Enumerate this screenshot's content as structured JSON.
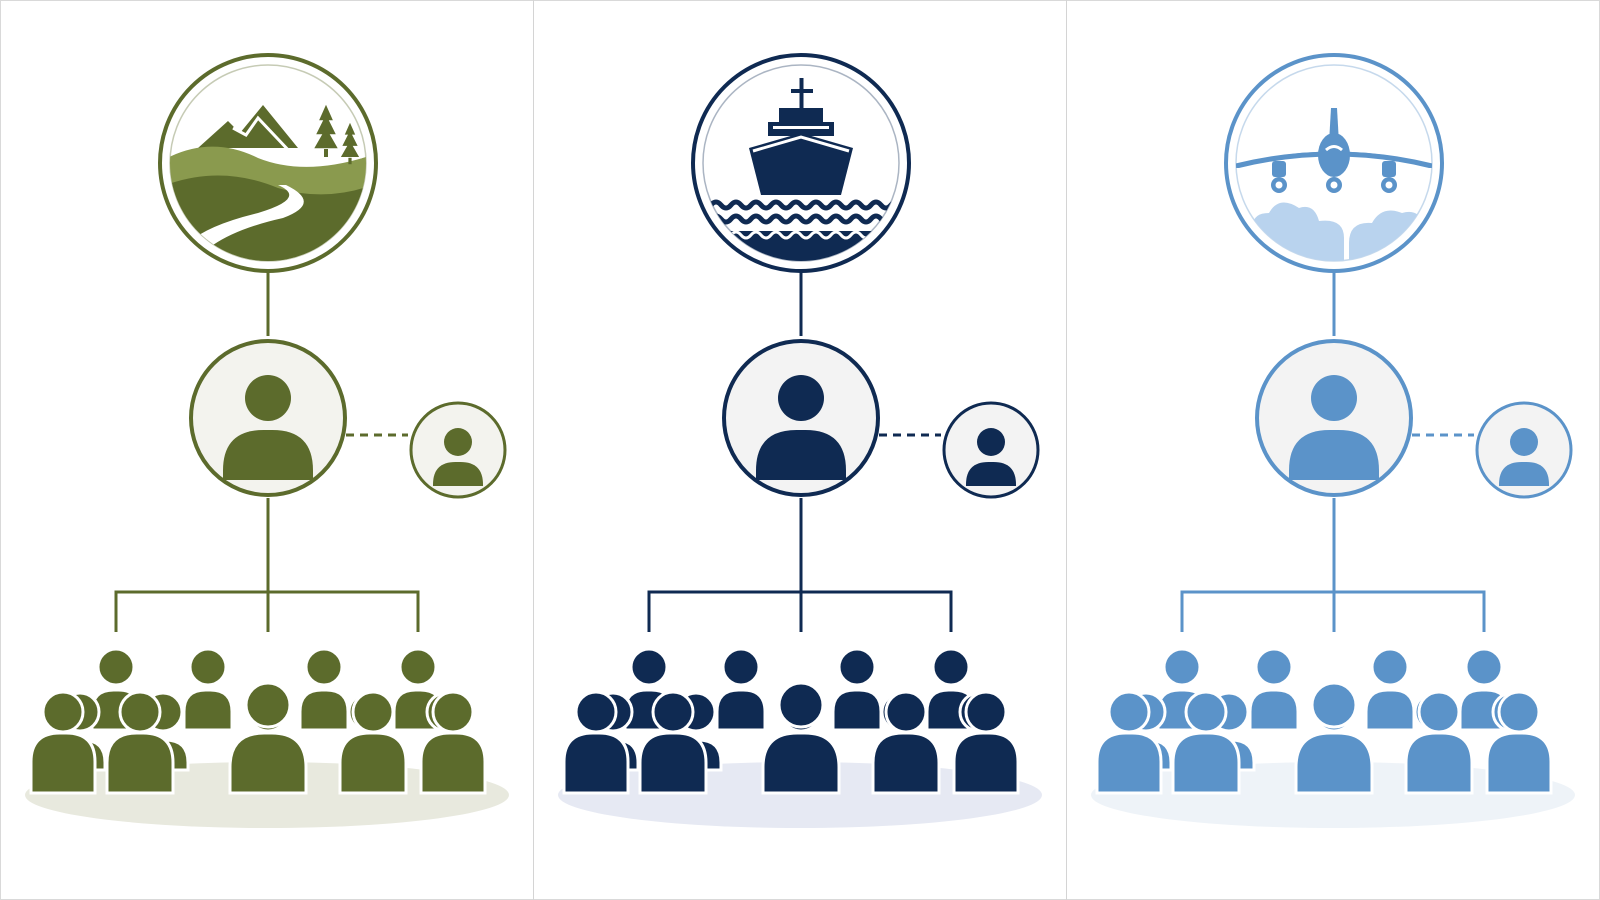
{
  "panels": [
    {
      "id": "land",
      "theme_icon": "mountain-landscape-icon",
      "colors": {
        "primary": "#5c6b2c",
        "light": "#8a9a4e",
        "fill_bg": "#f3f3ee",
        "shadow": "#e8e9de"
      }
    },
    {
      "id": "sea",
      "theme_icon": "ship-icon",
      "colors": {
        "primary": "#0f2a52",
        "light": "#2b4a7a",
        "fill_bg": "#f3f3f3",
        "shadow": "#e6e9f3"
      }
    },
    {
      "id": "air",
      "theme_icon": "airplane-icon",
      "colors": {
        "primary": "#5b93c9",
        "light": "#b9d3ee",
        "fill_bg": "#f3f3f3",
        "shadow": "#eef3f8"
      }
    }
  ],
  "node_icons": {
    "leader": "person-icon",
    "assistant": "person-icon",
    "team": "group-icon"
  }
}
